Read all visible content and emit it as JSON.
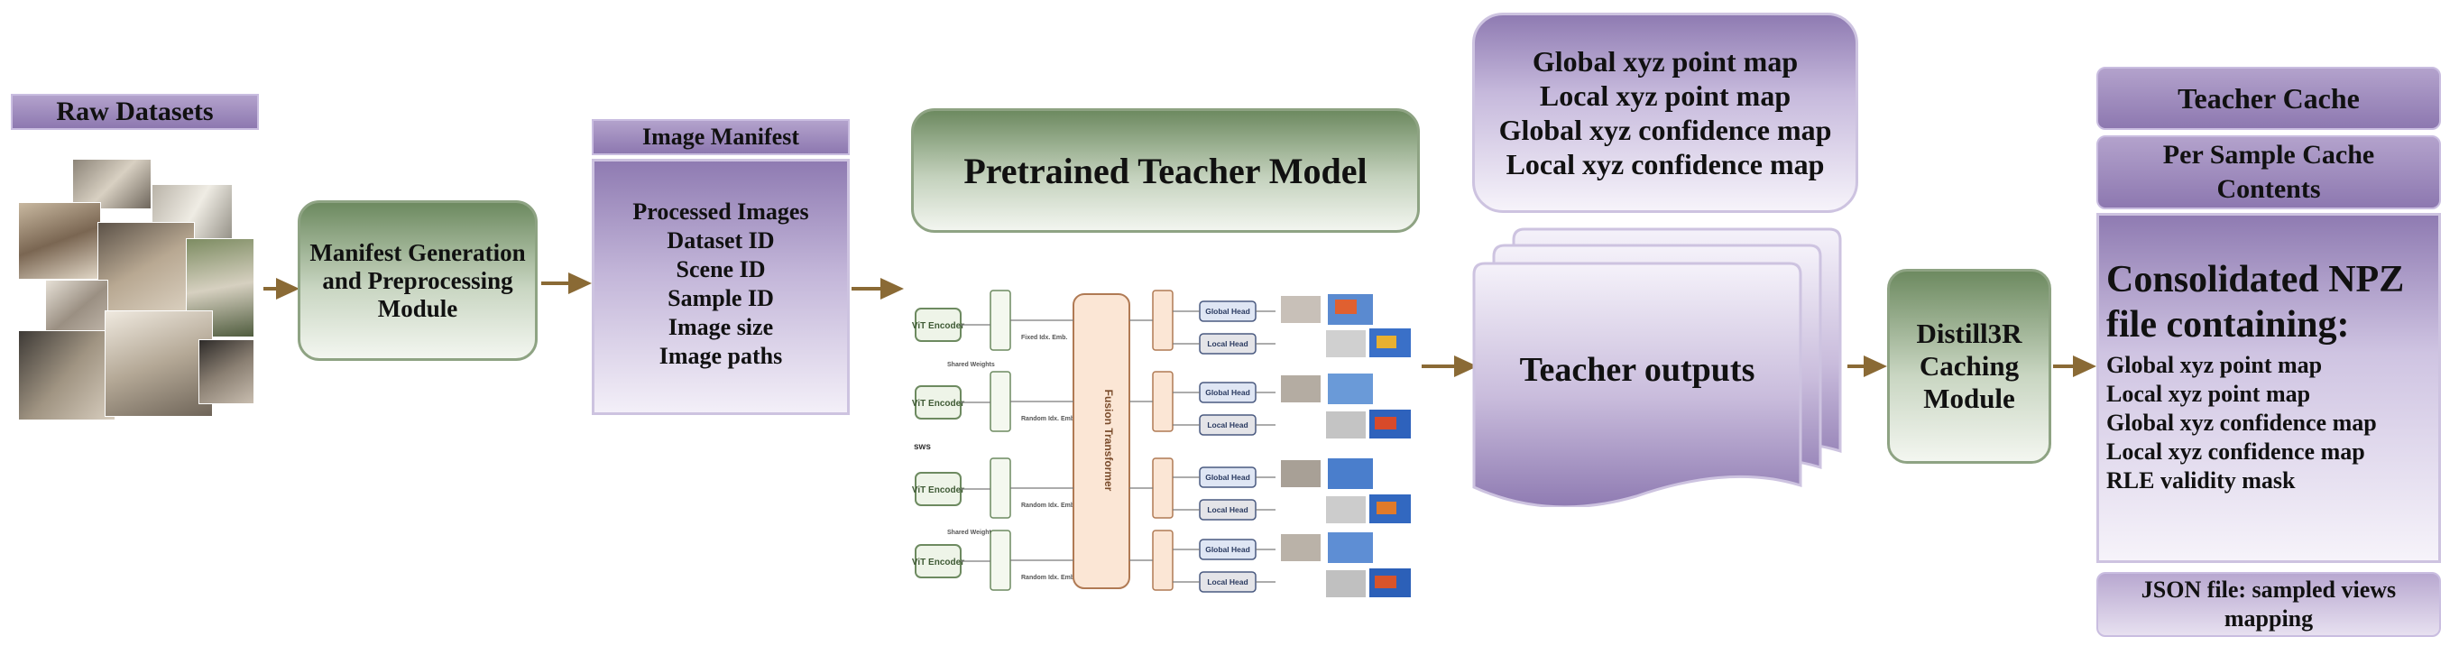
{
  "raw_datasets": {
    "title": "Raw Datasets"
  },
  "manifest_module": {
    "lines": [
      "Manifest Generation",
      "and Preprocessing",
      "Module"
    ]
  },
  "image_manifest": {
    "title": "Image Manifest",
    "items": [
      "Processed Images",
      "Dataset ID",
      "Scene ID",
      "Sample ID",
      "Image size",
      "Image paths"
    ]
  },
  "teacher_model": {
    "title": "Pretrained Teacher Model",
    "encoder_label": "ViT Encoder",
    "shared_weights": "Shared Weights",
    "fixed_emb": "Fixed Idx. Emb.",
    "random_emb": "Random Idx. Emb.",
    "fusion": "Fusion Transformer",
    "global_head": "Global Head",
    "local_head": "Local Head",
    "side_label": "sws"
  },
  "teacher_outputs_list": {
    "lines": [
      "Global xyz point map",
      "Local  xyz point map",
      "Global  xyz confidence map",
      "Local  xyz confidence map"
    ]
  },
  "teacher_outputs": {
    "label": "Teacher outputs"
  },
  "caching_module": {
    "lines": [
      "Distill3R",
      "Caching",
      "Module"
    ]
  },
  "teacher_cache": {
    "title": "Teacher Cache",
    "subtitle": [
      "Per Sample Cache",
      "Contents"
    ],
    "heading": [
      "Consolidated NPZ",
      "file containing:"
    ],
    "items": [
      "Global xyz point map",
      "Local  xyz point map",
      "Global  xyz confidence map",
      "Local  xyz confidence map",
      "RLE validity mask"
    ],
    "json_note": [
      "JSON file: sampled views",
      "mapping"
    ]
  },
  "colors": {
    "arrow": "#8a6a35",
    "purple": "#8d78b0",
    "green": "#6d8a60"
  }
}
